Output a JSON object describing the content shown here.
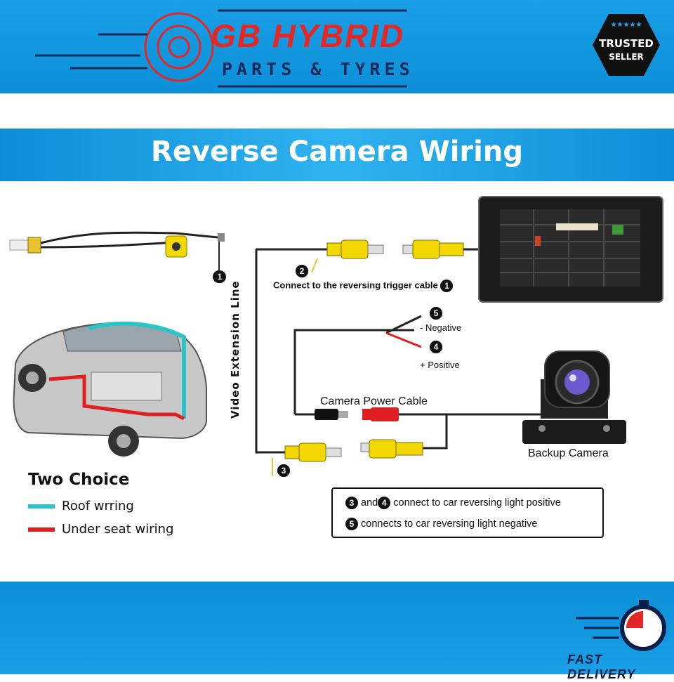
{
  "header": {
    "brand_name": "GB HYBRID",
    "brand_sub": "PARTS & TYRES",
    "trusted_line1": "TRUSTED",
    "trusted_line2": "SELLER"
  },
  "diagram": {
    "title": "Reverse Camera Wiring",
    "vertical_label": "Video Extension Line",
    "trigger_label": "Connect to the reversing trigger cable",
    "negative_label": "- Negative",
    "positive_label": "+ Positive",
    "power_cable_label": "Camera Power Cable",
    "camera_label": "Backup Camera",
    "badges": {
      "b1": "1",
      "b2": "2",
      "b3": "3",
      "b4": "4",
      "b5": "5"
    }
  },
  "legend": {
    "title": "Two Choice",
    "items": [
      {
        "label": "Roof wrring",
        "color": "#2cc4c8"
      },
      {
        "label": "Under seat wiring",
        "color": "#e02020"
      }
    ]
  },
  "notes": {
    "n1_and": "and",
    "n1_text": "connect to car reversing light positive",
    "n2_text": "connects to car reversing light negative"
  },
  "footer": {
    "fast_delivery": "FAST DELIVERY"
  },
  "colors": {
    "band_blue": "#1aa0e6",
    "brand_red": "#e32626",
    "rca_yellow": "#f2d800",
    "wire_black": "#222222"
  }
}
